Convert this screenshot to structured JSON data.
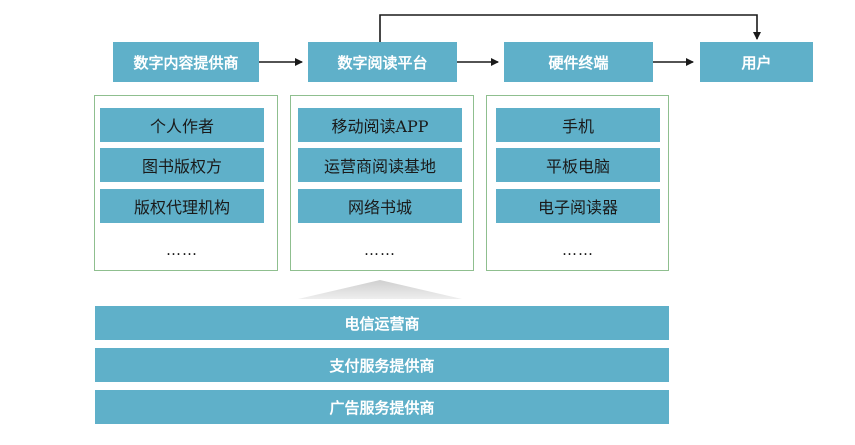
{
  "chain": {
    "provider": "数字内容提供商",
    "platform": "数字阅读平台",
    "hardware": "硬件终端",
    "user": "用户"
  },
  "provider_items": [
    "个人作者",
    "图书版权方",
    "版权代理机构"
  ],
  "platform_items": [
    "移动阅读APP",
    "运营商阅读基地",
    "网络书城"
  ],
  "hardware_items": [
    "手机",
    "平板电脑",
    "电子阅读器"
  ],
  "ellipsis": "……",
  "support": [
    "电信运营商",
    "支付服务提供商",
    "广告服务提供商"
  ],
  "colors": {
    "box_fill": "#5FB0C9",
    "frame_border": "#8FBF8F",
    "arrow": "#1a1a1a",
    "pointer_fill": "#D9D9D9"
  }
}
